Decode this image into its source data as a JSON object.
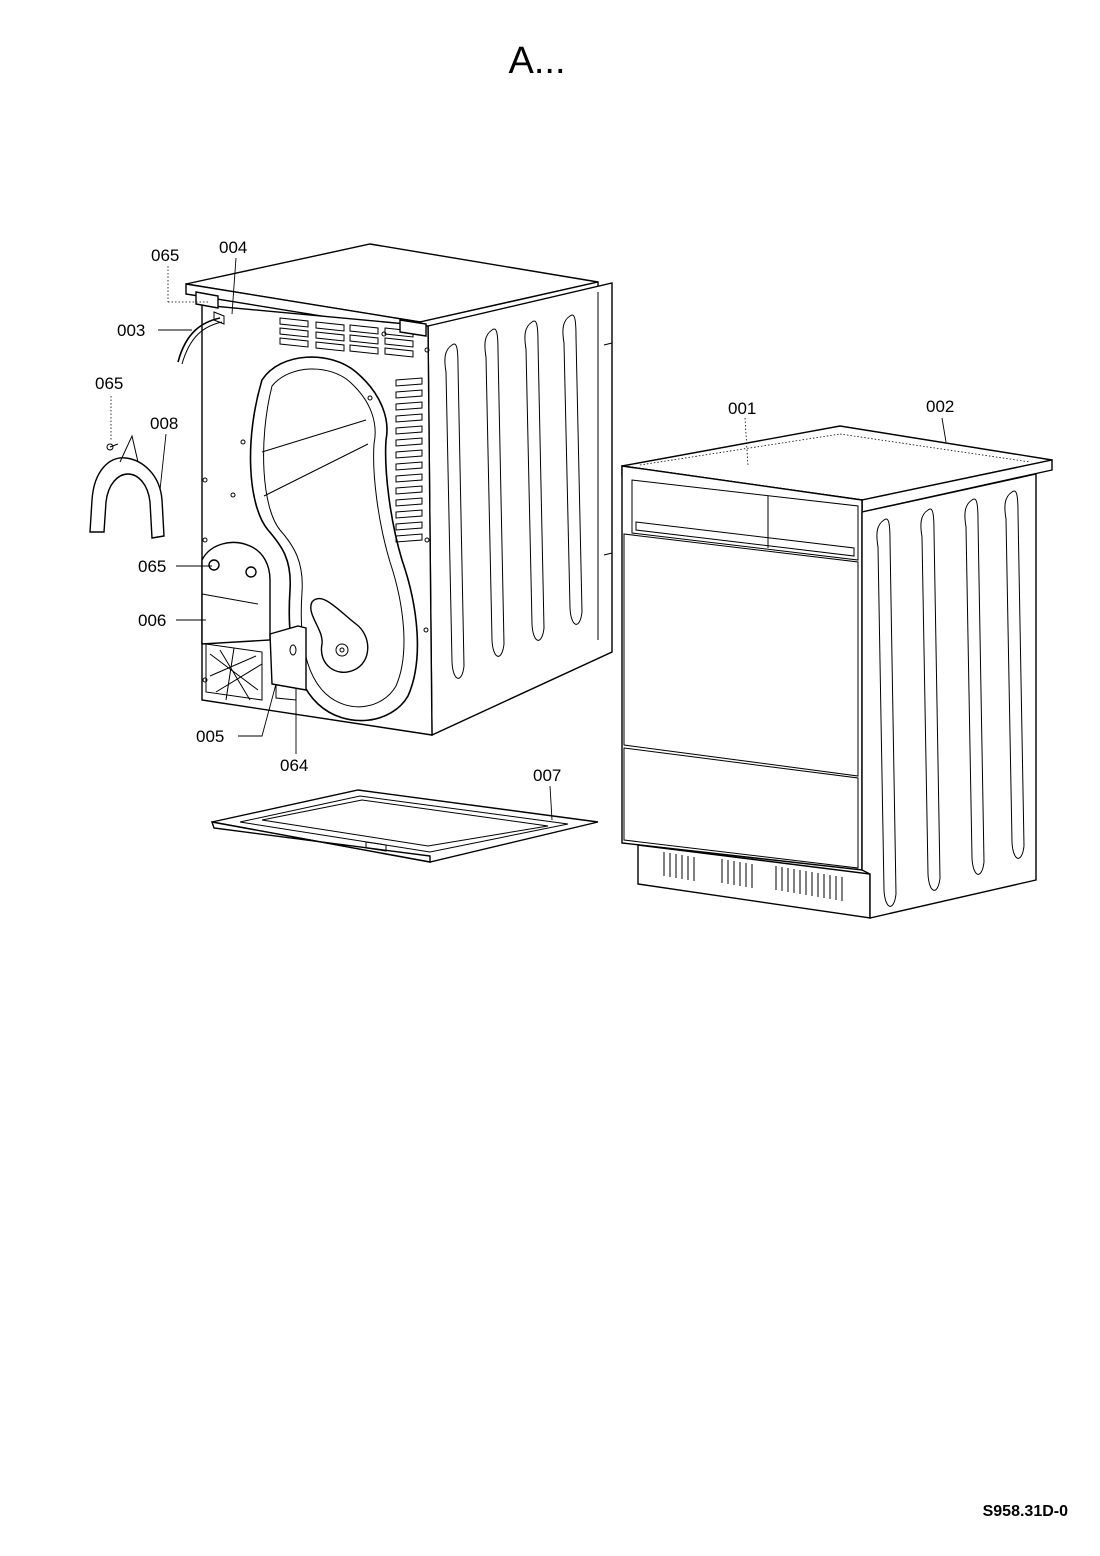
{
  "title": "A...",
  "document_code": "S958.31D-0",
  "callouts": {
    "p065_top": "065",
    "p004": "004",
    "p003": "003",
    "p065_left": "065",
    "p008": "008",
    "p065_mid": "065",
    "p006": "006",
    "p005": "005",
    "p064": "064",
    "p007": "007",
    "p001": "001",
    "p002": "002"
  }
}
